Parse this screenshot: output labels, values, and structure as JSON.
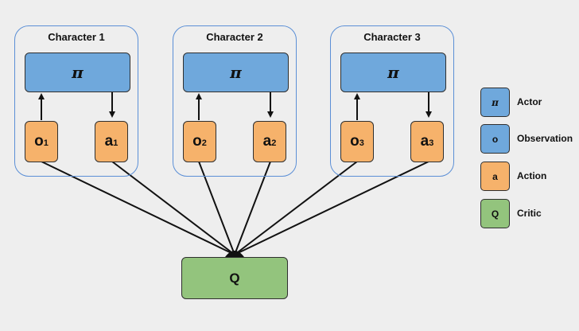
{
  "characters": [
    {
      "title": "Character 1",
      "actor": "π",
      "obs": "o",
      "obs_sub": "1",
      "act": "a",
      "act_sub": "1"
    },
    {
      "title": "Character 2",
      "actor": "π",
      "obs": "o",
      "obs_sub": "2",
      "act": "a",
      "act_sub": "2"
    },
    {
      "title": "Character 3",
      "actor": "π",
      "obs": "o",
      "obs_sub": "3",
      "act": "a",
      "act_sub": "3"
    }
  ],
  "critic": {
    "label": "Q"
  },
  "legend": [
    {
      "symbol": "π",
      "label": "Actor",
      "color": "#6fa8dc"
    },
    {
      "symbol": "o",
      "label": "Observation",
      "color": "#6fa8dc"
    },
    {
      "symbol": "a",
      "label": "Action",
      "color": "#f6b26b"
    },
    {
      "symbol": "Q",
      "label": "Critic",
      "color": "#93c47d"
    }
  ],
  "colors": {
    "actor": "#6fa8dc",
    "observation_action": "#f6b26b",
    "critic": "#93c47d",
    "panel_border": "#5b8fd6",
    "background": "#eeeeee"
  }
}
